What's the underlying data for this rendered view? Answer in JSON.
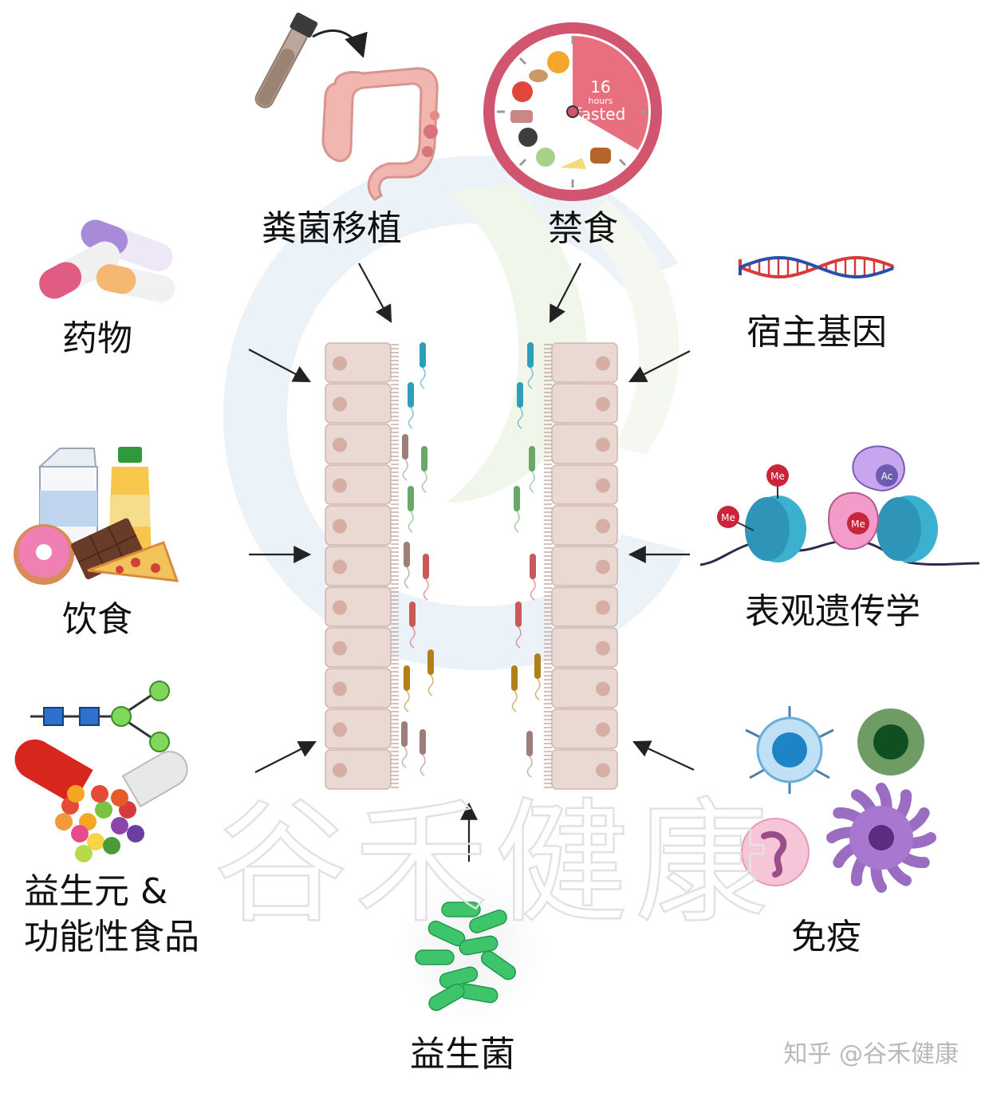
{
  "labels": {
    "fmt": "粪菌移植",
    "fasting": "禁食",
    "drugs": "药物",
    "host_genes": "宿主基因",
    "diet": "饮食",
    "epigenetics": "表观遗传学",
    "prebiotics_line1": "益生元 &",
    "prebiotics_line2": "功能性食品",
    "immunity": "免疫",
    "probiotics": "益生菌"
  },
  "clock": {
    "hours": "16",
    "unit": "hours",
    "state": "fasted"
  },
  "histone_marks": [
    "Me",
    "Me",
    "Me",
    "Ac"
  ],
  "watermark": "谷禾健康",
  "credit": "知乎 @谷禾健康",
  "colors": {
    "clock_ring": "#d1556f",
    "clock_wedge": "#e8707e",
    "gut_cell": "#e9d9d2",
    "nucleosome": "#3cb0cf",
    "arrow": "#222222"
  },
  "icons": [
    "test-tube-icon",
    "colon-icon",
    "fasting-clock-icon",
    "pills-icon",
    "dna-helix-icon",
    "diet-foods-icon",
    "nucleosome-icon",
    "prebiotic-molecule-icon",
    "capsule-fruit-icon",
    "immune-cells-icon",
    "probiotic-bacteria-icon"
  ]
}
